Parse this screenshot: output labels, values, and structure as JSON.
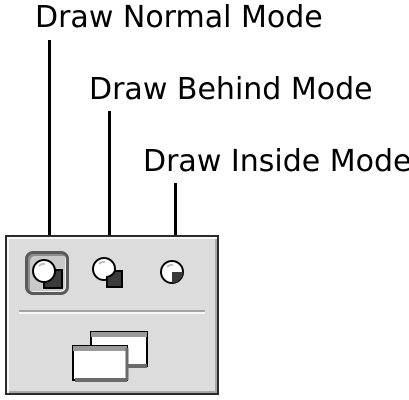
{
  "callouts": {
    "normal": "Draw Normal Mode",
    "behind": "Draw Behind Mode",
    "inside": "Draw Inside Mode"
  },
  "panel": {
    "buttons": [
      {
        "icon": "draw-normal-icon",
        "selected": true
      },
      {
        "icon": "draw-behind-icon",
        "selected": false
      },
      {
        "icon": "draw-inside-icon",
        "selected": false
      },
      {
        "icon": "screen-mode-icon",
        "selected": false
      }
    ]
  },
  "colors": {
    "panel_bg": "#dcdcdc",
    "square_fill": "#3a3a3a",
    "circle_fill": "#ffffff",
    "outline": "#000000"
  }
}
